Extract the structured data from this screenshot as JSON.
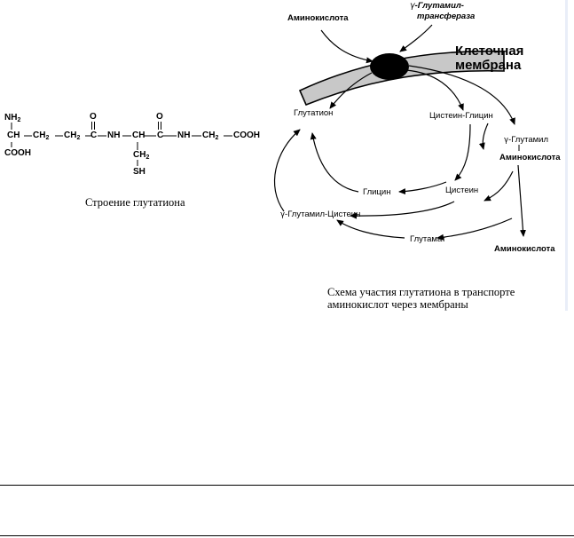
{
  "structure": {
    "nh2": "NH",
    "nh2_sub": "2",
    "ch_left": "CH",
    "ch2_a": "CH",
    "ch2_a_sub": "2",
    "ch2_b": "CH",
    "ch2_b_sub": "2",
    "c1": "C",
    "nh_a": "NH",
    "ch_mid": "CH",
    "c2": "C",
    "nh_b": "NH",
    "ch2_c": "CH",
    "ch2_c_sub": "2",
    "cooh_right": "COOH",
    "cooh_left": "COOH",
    "ch2_side": "CH",
    "ch2_side_sub": "2",
    "sh": "SH",
    "o1": "O",
    "o2": "O",
    "caption": "Строение глутатиона"
  },
  "scheme": {
    "gamma": "γ",
    "enzyme_line1": "-Глутамил-",
    "enzyme_line2": "трансфераза",
    "amino_acid_in": "Аминокислота",
    "membrane_line1": "Клеточная",
    "membrane_line2": "мембрана",
    "glutathione": "Глутатион",
    "cys_gly": "Цистеин-Глицин",
    "glu_amino_line1": "-Глутамил",
    "glu_amino_line2": "Аминокислота",
    "glycine": "Глицин",
    "cysteine": "Цистеин",
    "glu_cys": "-Глутамил-Цистеин",
    "glutamate": "Глутамат",
    "amino_acid_out": "Аминокислота",
    "caption_line1": "Схема участия глутатиона в транспорте",
    "caption_line2": "аминокислот через мембраны"
  },
  "colors": {
    "membrane_fill": "#c8c8c8",
    "enzyme_fill": "#000000"
  }
}
